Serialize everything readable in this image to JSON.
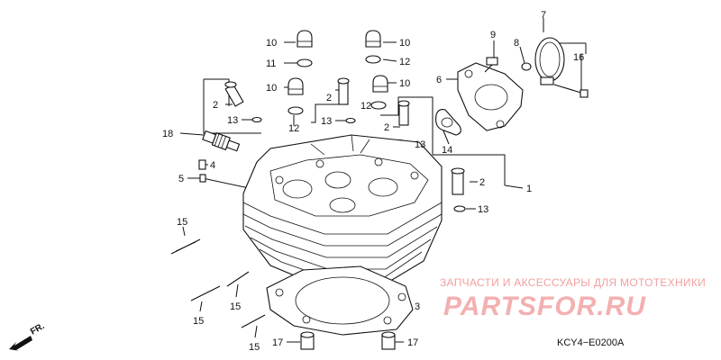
{
  "callouts": [
    {
      "id": "c10a",
      "text": "10"
    },
    {
      "id": "c11",
      "text": "11"
    },
    {
      "id": "c10b",
      "text": "10"
    },
    {
      "id": "c12a",
      "text": "12"
    },
    {
      "id": "c10c",
      "text": "10"
    },
    {
      "id": "c12b",
      "text": "12"
    },
    {
      "id": "c10d",
      "text": "10"
    },
    {
      "id": "c12c",
      "text": "12"
    },
    {
      "id": "c9",
      "text": "9"
    },
    {
      "id": "c7",
      "text": "7"
    },
    {
      "id": "c8",
      "text": "8"
    },
    {
      "id": "c16",
      "text": "16"
    },
    {
      "id": "c6",
      "text": "6"
    },
    {
      "id": "c2a",
      "text": "2"
    },
    {
      "id": "c13a",
      "text": "13"
    },
    {
      "id": "c2b",
      "text": "2"
    },
    {
      "id": "c13b",
      "text": "13"
    },
    {
      "id": "c2c",
      "text": "2"
    },
    {
      "id": "c13c",
      "text": "13"
    },
    {
      "id": "c14",
      "text": "14"
    },
    {
      "id": "c18",
      "text": "18"
    },
    {
      "id": "c4",
      "text": "4"
    },
    {
      "id": "c5",
      "text": "5"
    },
    {
      "id": "c2d",
      "text": "2"
    },
    {
      "id": "c1",
      "text": "1"
    },
    {
      "id": "c13d",
      "text": "13"
    },
    {
      "id": "c15a",
      "text": "15"
    },
    {
      "id": "c15b",
      "text": "15"
    },
    {
      "id": "c15c",
      "text": "15"
    },
    {
      "id": "c15d",
      "text": "15"
    },
    {
      "id": "c3",
      "text": "3"
    },
    {
      "id": "c17a",
      "text": "17"
    },
    {
      "id": "c17b",
      "text": "17"
    }
  ],
  "diagram_code": "KCY4−E0200A",
  "front_marker": "FR.",
  "watermark": {
    "tagline": "ЗАПЧАСТИ И АКСЕССУАРЫ ДЛЯ МОТОТЕХНИКИ",
    "logo": "PARTSFOR.RU"
  }
}
